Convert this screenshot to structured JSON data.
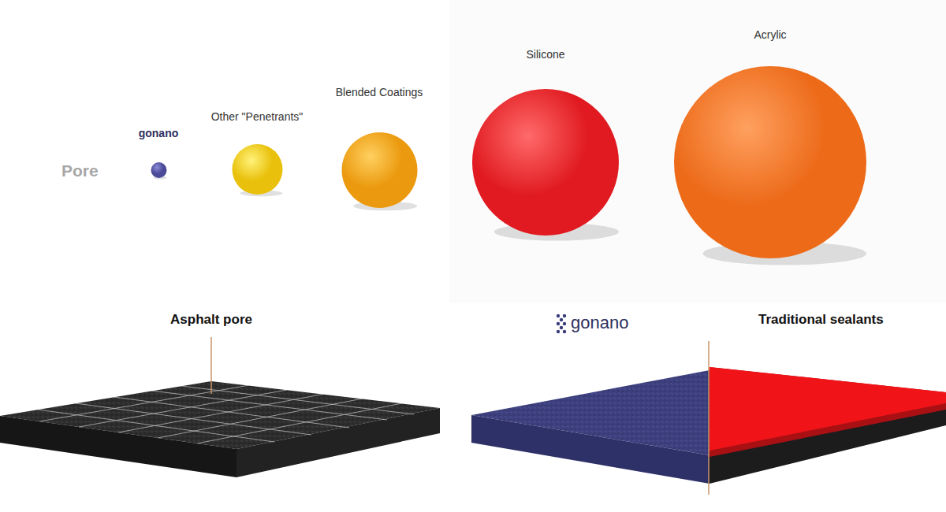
{
  "diagram": {
    "nodes": [
      {
        "text": [
          "gonano"
        ]
      },
      {
        "text": [
          "Other \"Penetrants\""
        ]
      },
      {
        "text": [
          "Blended Coatings"
        ]
      },
      {
        "text": [
          "Silicone"
        ]
      },
      {
        "text": [
          "Acrylic"
        ]
      }
    ],
    "labels": [
      "Pore",
      "Asphalt pore",
      "gonano",
      "Traditional sealants"
    ]
  }
}
